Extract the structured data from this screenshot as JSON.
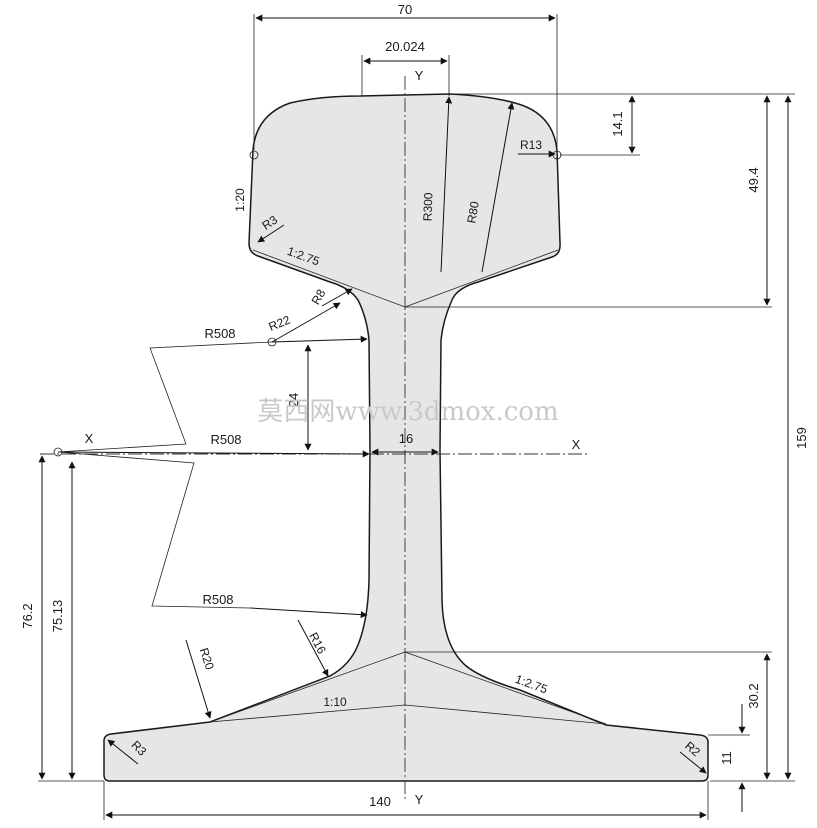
{
  "watermark": "莫西网www.3dmox.com",
  "axes": {
    "y_top": "Y",
    "y_bottom": "Y",
    "x_left": "X",
    "x_right": "X"
  },
  "dimensions": {
    "head_width": "70",
    "web_top_width": "20.024",
    "head_side_height": "14.1",
    "head_height": "49.4",
    "total_height": "159",
    "web_thickness": "16",
    "foot_height": "30.2",
    "foot_edge": "11",
    "foot_width": "140",
    "neutral_axis_height": "76.2",
    "neutral_axis_height_2": "75.13",
    "web_offset": "24"
  },
  "radii": {
    "r13": "R13",
    "r300": "R300",
    "r80": "R80",
    "r3_head": "R3",
    "r8": "R8",
    "r22": "R22",
    "r508_upper": "R508",
    "r508_middle": "R508",
    "r508_lower": "R508",
    "r16": "R16",
    "r20": "R20",
    "r3_foot": "R3",
    "r2_foot": "R2"
  },
  "slopes": {
    "head_side": "1:20",
    "head_underside": "1:2.75",
    "foot_top_right": "1:2.75",
    "foot_top_center": "1:10"
  }
}
